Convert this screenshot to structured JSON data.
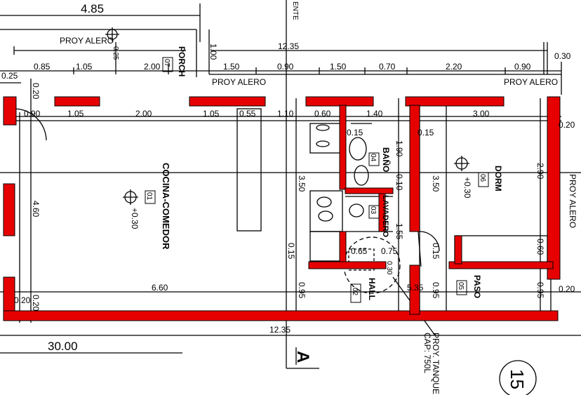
{
  "colors": {
    "wall": "#e60000",
    "line": "#000000",
    "paper": "#ffffff"
  },
  "top_dims": {
    "total_top": "4.85",
    "proy_alero_top": "PROY ALERO",
    "d_025_small": "0.25",
    "d_100": "1.00",
    "d_1235_top": "12.35",
    "d_030_right": "0.30",
    "cota_025_left": "0.25",
    "row": [
      "0.85",
      "1.05",
      "2.00",
      "1.50",
      "0.90",
      "1.50",
      "0.70",
      "2.20",
      "0.90"
    ],
    "proy_alero_mid": "PROY ALERO",
    "proy_alero_right": "PROY ALERO"
  },
  "inner_dims": {
    "d_020_left": "0.20",
    "row": [
      "0.90",
      "1.05",
      "2.00",
      "1.05",
      "0.55",
      "1.10",
      "0.60",
      "1.40",
      "3.00"
    ],
    "d_015_a": "0.15",
    "d_015_b": "0.15",
    "d_020_right": "0.20",
    "d_020_right2": "0.20",
    "d_290": "2.90",
    "proy_alero_side": "PROY ALERO",
    "d_460": "4.60",
    "d_660": "6.60",
    "d_020_bottom_a": "0.20",
    "d_020_bottom_b": "0.20",
    "d_350_a": "3.50",
    "d_350_b": "3.50",
    "d_190": "1.90",
    "d_010": "0.10",
    "d_155": "1.55",
    "d_065": "0.65",
    "d_075": "0.75",
    "d_015_c": "0.15",
    "d_015_d": "0.15",
    "d_095_a": "0.95",
    "d_095_b": "0.95",
    "d_095_c": "0.95",
    "d_535": "5.35",
    "d_060": "0.60",
    "d_030": "0.30",
    "d_1235_bottom": "12.35",
    "d_3000": "30.00"
  },
  "rooms": {
    "r01": {
      "name": "COCINA-COMEDOR",
      "num": "01",
      "level": "+0.30"
    },
    "r02": {
      "name": "HALL",
      "num": "02"
    },
    "r03": {
      "name": "LAVADERO",
      "num": "03"
    },
    "r04": {
      "name": "BAÑO",
      "num": "04"
    },
    "r05": {
      "name": "PASO",
      "num": "05"
    },
    "r06": {
      "name": "DORM",
      "num": "06",
      "level": "+0.30"
    },
    "r07": {
      "name": "PORCH",
      "num": "07"
    }
  },
  "labels": {
    "tanque": "PROY. TANQUE",
    "tanque_cap": "CAP: 750L",
    "section_mark": "A",
    "ente": "ENTE",
    "sheet_number": "15"
  }
}
